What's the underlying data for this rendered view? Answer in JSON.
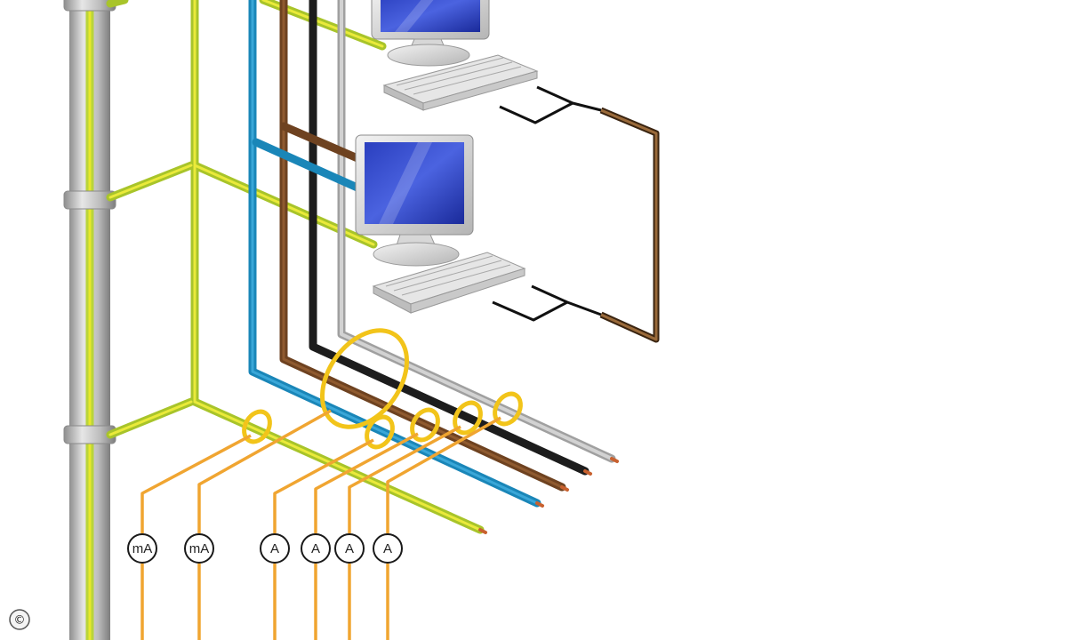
{
  "diagram": {
    "meters": [
      {
        "id": "ma1",
        "label": "mA",
        "kind": "milliammeter"
      },
      {
        "id": "ma2",
        "label": "mA",
        "kind": "milliammeter"
      },
      {
        "id": "a1",
        "label": "A",
        "kind": "ammeter"
      },
      {
        "id": "a2",
        "label": "A",
        "kind": "ammeter"
      },
      {
        "id": "a3",
        "label": "A",
        "kind": "ammeter"
      },
      {
        "id": "a4",
        "label": "A",
        "kind": "ammeter"
      }
    ],
    "computers": [
      {
        "id": "computer-1",
        "icon": "desktop-computer-icon"
      },
      {
        "id": "computer-2",
        "icon": "desktop-computer-icon"
      }
    ],
    "copyright_symbol": "©",
    "colors": {
      "green_yellow": "#b9d43a",
      "yellow": "#e8e82c",
      "blue": "#1f93c4",
      "brown": "#7a4a25",
      "black": "#1d1d1d",
      "gray": "#b4b4b4",
      "orange": "#f0a531",
      "clamp_yellow": "#f2c41a",
      "copper": "#c8612f",
      "pipe": "#c9c9c9"
    }
  }
}
